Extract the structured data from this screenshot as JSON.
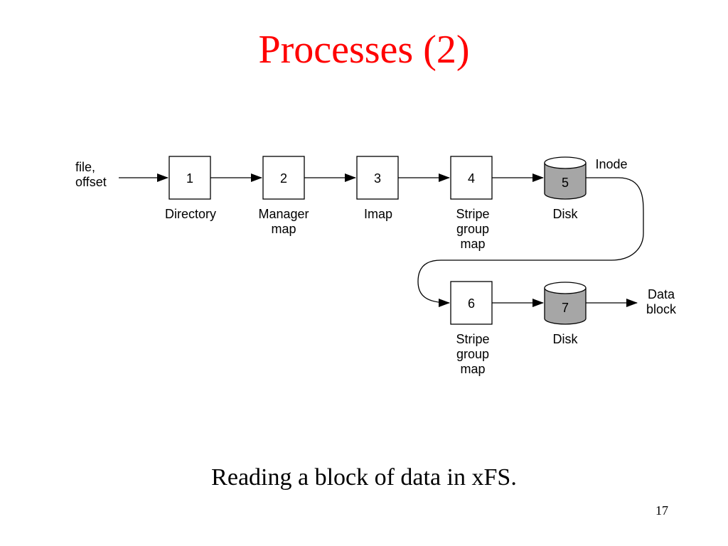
{
  "title": "Processes (2)",
  "caption": "Reading a block of data in xFS.",
  "page_number": "17",
  "colors": {
    "title": "#ff0000",
    "disk_fill": "#a6a6a6",
    "disk_top": "#ffffff",
    "box_fill": "#ffffff",
    "stroke": "#000000"
  },
  "diagram": {
    "input_label": [
      "file,",
      "offset"
    ],
    "output_label": [
      "Data",
      "block"
    ],
    "inode_label": "Inode",
    "nodes": [
      {
        "id": "1",
        "shape": "box",
        "label": [
          "Directory"
        ]
      },
      {
        "id": "2",
        "shape": "box",
        "label": [
          "Manager",
          "map"
        ]
      },
      {
        "id": "3",
        "shape": "box",
        "label": [
          "Imap"
        ]
      },
      {
        "id": "4",
        "shape": "box",
        "label": [
          "Stripe",
          "group",
          "map"
        ]
      },
      {
        "id": "5",
        "shape": "disk",
        "label": [
          "Disk"
        ]
      },
      {
        "id": "6",
        "shape": "box",
        "label": [
          "Stripe",
          "group",
          "map"
        ]
      },
      {
        "id": "7",
        "shape": "disk",
        "label": [
          "Disk"
        ]
      }
    ],
    "edges": [
      {
        "from": "input",
        "to": "1"
      },
      {
        "from": "1",
        "to": "2"
      },
      {
        "from": "2",
        "to": "3"
      },
      {
        "from": "3",
        "to": "4"
      },
      {
        "from": "4",
        "to": "5"
      },
      {
        "from": "5",
        "to": "6",
        "label": "Inode"
      },
      {
        "from": "6",
        "to": "7"
      },
      {
        "from": "7",
        "to": "output"
      }
    ]
  }
}
